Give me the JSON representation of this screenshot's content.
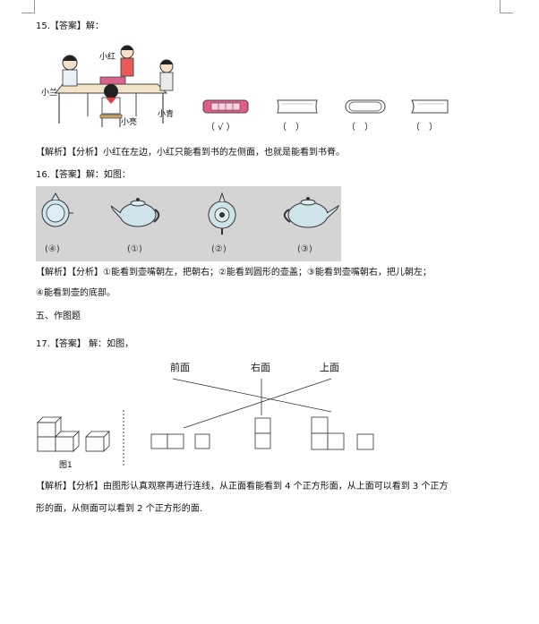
{
  "q15": {
    "head": "15.【答案】解：",
    "names": {
      "xiaohong": "小红",
      "xiaolan": "小兰",
      "xiaoliang": "小亮",
      "xiaoqing": "小青"
    },
    "answers": [
      "（ √ ）",
      "（　）",
      "（　）",
      "（　）"
    ],
    "analysis": "【解析】【分析】小红在左边，小红只能看到书的左侧面，也就是能看到书脊。"
  },
  "q16": {
    "head": "16.【答案】解：如图：",
    "labels": [
      "(④)",
      "(①)",
      "(②)",
      "(③)"
    ],
    "analysis_line1": "【解析】【分析】①能看到壶嘴朝左，把朝右；②能看到圆形的壶盖；③能看到壶嘴朝右，把儿朝左；",
    "analysis_line2": "④能看到壶的底部。"
  },
  "section5": "五、作图题",
  "q17": {
    "head": "17.【答案】 解：如图，",
    "views": [
      "前面",
      "右面",
      "上面"
    ],
    "fig_label": "图1",
    "analysis_line1": "【解析】【分析】由图形认真观察再进行连线，从正面看能看到 4 个正方形面，从上面可以看到 3 个正方",
    "analysis_line2": "形的面，从侧面可以看到 2 个正方形的面."
  }
}
